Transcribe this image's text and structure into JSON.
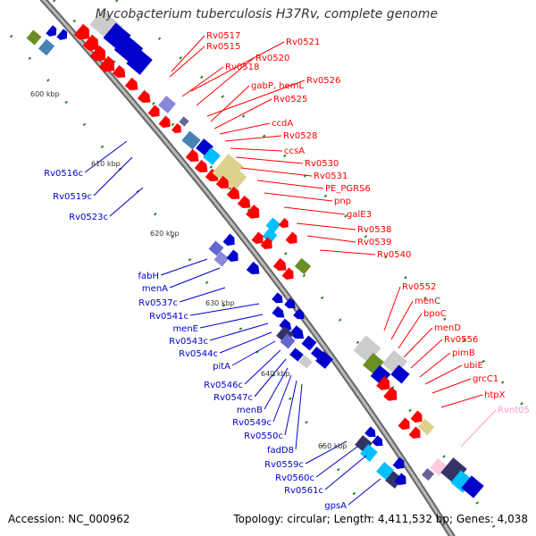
{
  "title": "Mycobacterium tuberculosis H37Rv, complete genome",
  "footer": {
    "accession": "Accession: NC_000962",
    "summary": "Topology: circular; Length: 4,411,532 bp; Genes: 4,038"
  },
  "colors": {
    "forward": "#ff0000",
    "reverse": "#0000cc",
    "backbone": "#8a8a8a",
    "tick": "#228822",
    "faded": "#ff99cc"
  },
  "kbp_labels": [
    "600 kbp",
    "610 kbp",
    "620 kbp",
    "630 kbp",
    "640 kbp",
    "650 kbp"
  ],
  "forward_labels": [
    "Rv0517",
    "Rv0515",
    "Rv0521",
    "Rv0518",
    "Rv0520",
    "Rv0526",
    "gabP, hemL",
    "Rv0525",
    "ccdA",
    "Rv0528",
    "ccsA",
    "Rv0530",
    "Rv0531",
    "PE_PGRS6",
    "pnp",
    "galE3",
    "Rv0538",
    "Rv0539",
    "Rv0540",
    "Rv0552",
    "menC",
    "bpoC",
    "menD",
    "Rv0556",
    "pimB",
    "ubiE",
    "grcC1",
    "htpX",
    "Rvnt05"
  ],
  "reverse_labels": [
    "Rv0516c",
    "Rv0519c",
    "Rv0523c",
    "fabH",
    "menA",
    "Rv0537c",
    "Rv0541c",
    "menE",
    "Rv0543c",
    "Rv0544c",
    "pitA",
    "Rv0546c",
    "Rv0547c",
    "menB",
    "Rv0549c",
    "Rv0550c",
    "fadD8",
    "Rv0559c",
    "Rv0560c",
    "Rv0561c",
    "gpsA"
  ]
}
